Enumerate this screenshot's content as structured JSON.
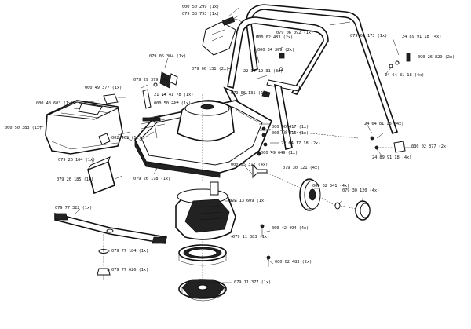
{
  "title": "",
  "parts": [
    {
      "id": "p_cable_plug",
      "number": "000 50 299 (1x)"
    },
    {
      "id": "p_switch_box",
      "number": "079 38 793 (1x)"
    },
    {
      "id": "p_handle_upper_right_tag",
      "number": "079 06 092 (1x)"
    },
    {
      "id": "p_handle_right",
      "number": "079 06 173 (1x)"
    },
    {
      "id": "p_screw_handle_top",
      "number": "000 02 483 (2x)"
    },
    {
      "id": "p_knob_screw",
      "number": "000 34 299 (2x)"
    },
    {
      "id": "p_cable_clip",
      "number": "079 05 304 (1x)"
    },
    {
      "id": "p_handle_lower",
      "number": "079 06 131 (2x)"
    },
    {
      "id": "p_bolt_22",
      "number": "22 34 19 31 (3x)"
    },
    {
      "id": "p_handle_mid",
      "number": "079 06 131 (2x)"
    },
    {
      "id": "p_clip_29",
      "number": "079 29 379 (4x)"
    },
    {
      "id": "p_bolt_21",
      "number": "21 14 41 78 (1x)"
    },
    {
      "id": "p_washer_50212",
      "number": "000 50 212 (1x)"
    },
    {
      "id": "p_grassbox_tag",
      "number": "000 49 377 (1x)"
    },
    {
      "id": "p_grassbox_top",
      "number": "000 48 603 (1x)"
    },
    {
      "id": "p_grassbox_side",
      "number": "000 50 383 (1x)"
    },
    {
      "id": "p_grassbox",
      "number": "079 26 164 (1x)"
    },
    {
      "id": "p_pin_469",
      "number": "002 469 (1x)"
    },
    {
      "id": "p_screw_50417",
      "number": "000 50 417 (1x)"
    },
    {
      "id": "p_screw_50416",
      "number": "000 50 416 (1x)"
    },
    {
      "id": "p_bolt_22_64",
      "number": "22 64 17 18 (2x)"
    },
    {
      "id": "p_screw_49649",
      "number": "000 49 649 (1x)"
    },
    {
      "id": "p_spring_24891",
      "number": "24 89 91 18 (4x)"
    },
    {
      "id": "p_washer_090",
      "number": "090 26 829 (2x)"
    },
    {
      "id": "p_nut_2464_a",
      "number": "24 64 81 18 (4x)"
    },
    {
      "id": "p_nut_2464_b",
      "number": "24 64 81 18 (4x)"
    },
    {
      "id": "p_cap_02377",
      "number": "000 02 377 (2x)"
    },
    {
      "id": "p_spring_24891_b",
      "number": "24 89 91 18 (4x)"
    },
    {
      "id": "p_flap",
      "number": "079 26 185 (1x)"
    },
    {
      "id": "p_deck",
      "number": "079 26 178 (1x)"
    },
    {
      "id": "p_screw_95312",
      "number": "000 95 312 (4x)"
    },
    {
      "id": "p_wheel",
      "number": "079 30 121 (4x)"
    },
    {
      "id": "p_motor",
      "number": "079 13 609 (1x)"
    },
    {
      "id": "p_washer_02541",
      "number": "000 02 541 (4x)"
    },
    {
      "id": "p_hubcap",
      "number": "079 30 120 (4x)"
    },
    {
      "id": "p_blade",
      "number": "079 77 322 (1x)"
    },
    {
      "id": "p_screw_42494",
      "number": "000 42 494 (4x)"
    },
    {
      "id": "p_motor_ring",
      "number": "079 11 383 (1x)"
    },
    {
      "id": "p_blade_washer",
      "number": "079 77 184 (1x)"
    },
    {
      "id": "p_screw_02483",
      "number": "000 02 483 (2x)"
    },
    {
      "id": "p_blade_nut",
      "number": "079 77 626 (1x)"
    },
    {
      "id": "p_fan",
      "number": "079 11 377 (1x)"
    }
  ]
}
